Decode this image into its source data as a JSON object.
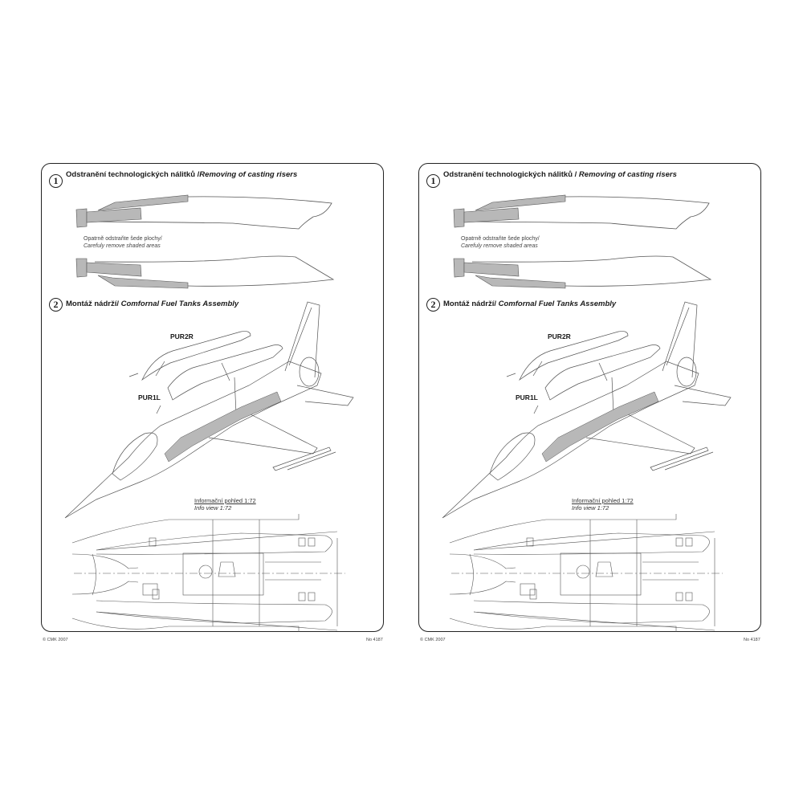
{
  "sheets": [
    {
      "id": "left",
      "step1": {
        "number": "1",
        "title_cz": "Odstranění technologických nálitků /",
        "title_en": "Removing of casting risers",
        "note_cz": "Opatrně odstraňte šede plochy/",
        "note_en": "Carefuly remove shaded areas"
      },
      "step2": {
        "number": "2",
        "title_cz": "Montáž nádrží/ ",
        "title_en": "Comfornal Fuel Tanks Assembly",
        "part_labels": [
          "PUR2R",
          "PUR1L"
        ]
      },
      "info_view": {
        "title_cz": "Informační pohled 1:72",
        "title_en": "Info view 1:72"
      },
      "footer": {
        "copyright": "© CMK 2007",
        "number": "No 4187"
      }
    },
    {
      "id": "right",
      "step1": {
        "number": "1",
        "title_cz": "Odstranění technologických nálitků / ",
        "title_en": "Removing of casting risers",
        "note_cz": "Opatrně odstraňte šede plochy/",
        "note_en": "Carefuly remove shaded areas"
      },
      "step2": {
        "number": "2",
        "title_cz": "Montáž nádrží/ ",
        "title_en": "Comfornal Fuel Tanks Assembly",
        "part_labels": [
          "PUR2R",
          "PUR1L"
        ]
      },
      "info_view": {
        "title_cz": "Informační pohled 1:72",
        "title_en": "Info view 1:72"
      },
      "footer": {
        "copyright": "© CMK 2007",
        "number": "No 4187"
      }
    }
  ],
  "colors": {
    "line": "#555555",
    "shaded_area": "#b8b8b8",
    "frame": "#222222"
  }
}
